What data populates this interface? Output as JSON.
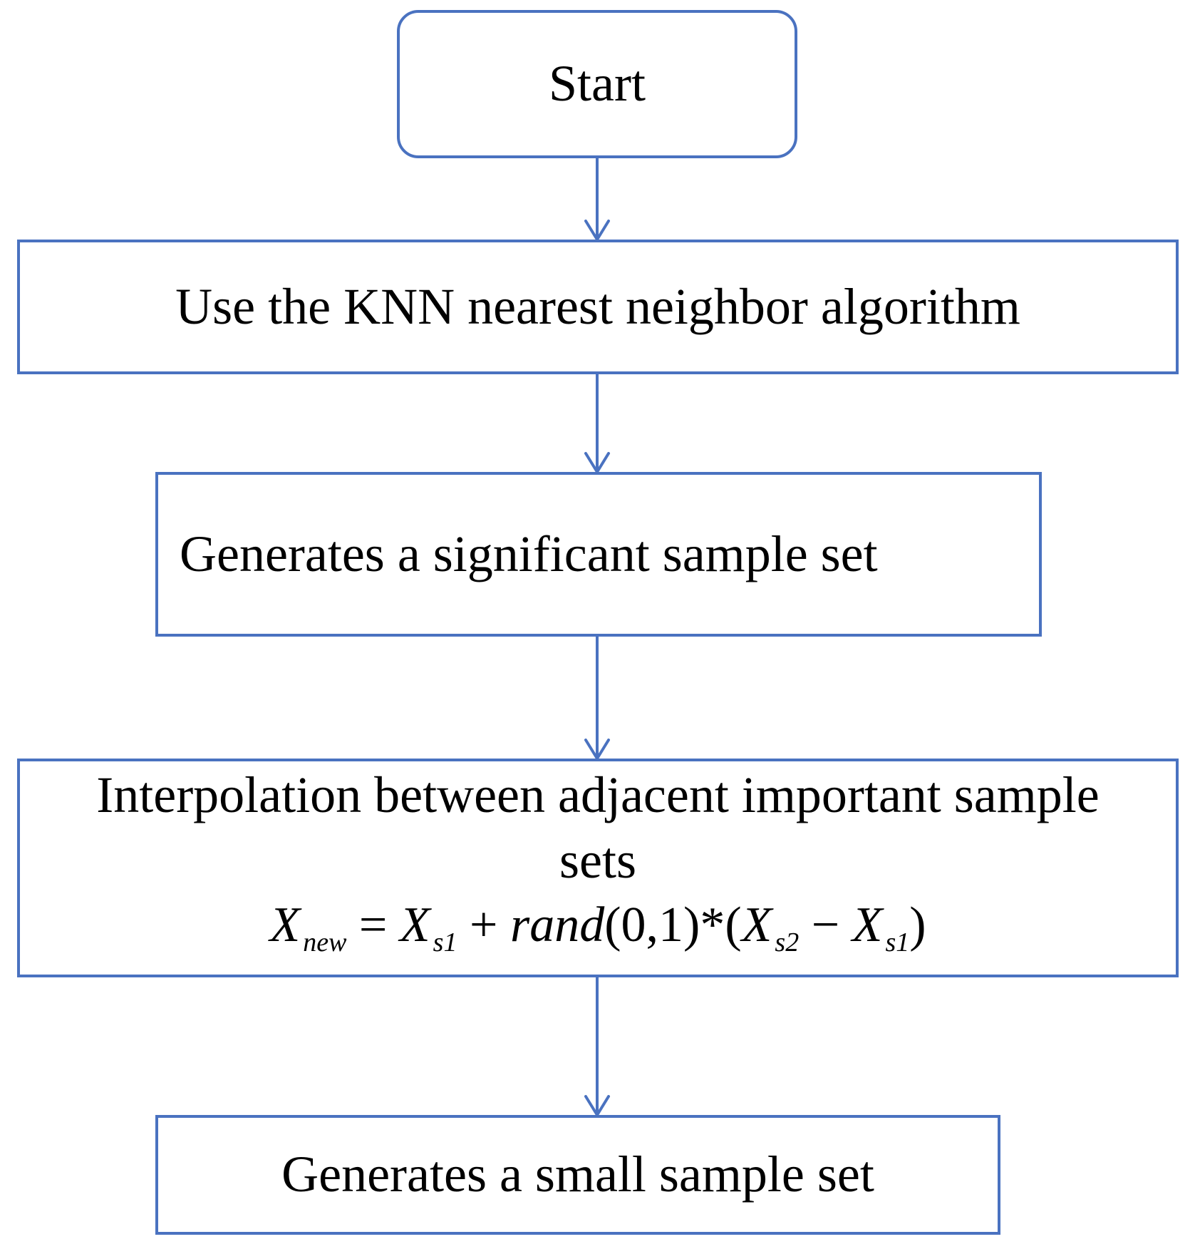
{
  "nodes": {
    "start": "Start",
    "knn": "Use the KNN nearest neighbor algorithm",
    "significant": "Generates a significant sample set",
    "interp_line1": "Interpolation between adjacent important sample",
    "interp_line2": "sets",
    "small": "Generates a small sample set"
  },
  "formula": {
    "x": "X",
    "sub_new": "new",
    "eq": "=",
    "sub_s1": "s1",
    "plus": "+",
    "rand": "rand",
    "args": "(0,1)",
    "mult": "*",
    "lparen": "(",
    "sub_s2": "s2",
    "minus": "−",
    "rparen": ")"
  },
  "colors": {
    "stroke": "#4a72c0"
  }
}
